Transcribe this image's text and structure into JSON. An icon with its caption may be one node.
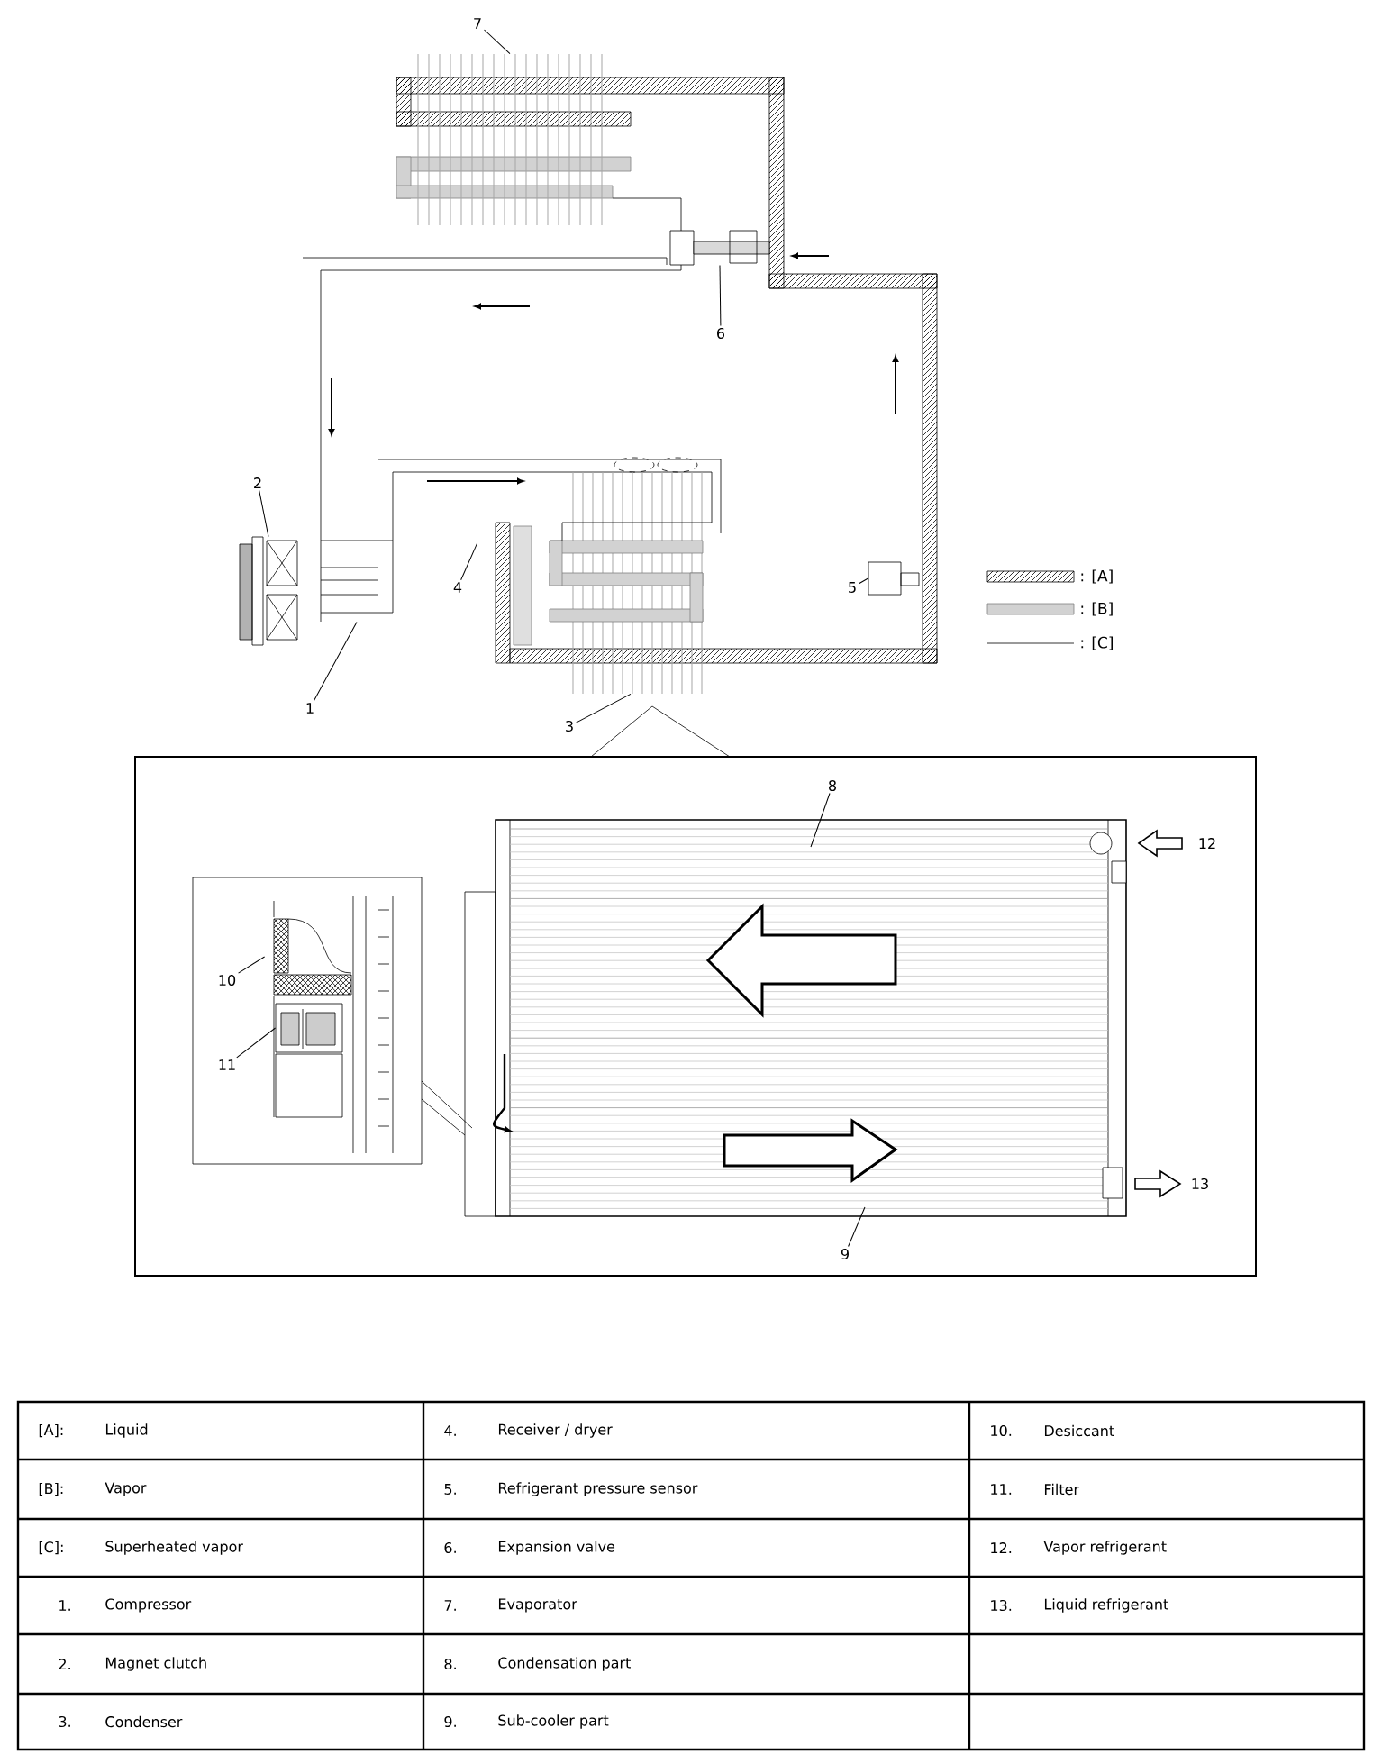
{
  "diagram": {
    "nodes": [
      {
        "text": [
          "1"
        ]
      },
      {
        "text": [
          "2"
        ]
      },
      {
        "text": [
          "3"
        ]
      },
      {
        "text": [
          "4"
        ]
      },
      {
        "text": [
          "5"
        ]
      },
      {
        "text": [
          "6"
        ]
      },
      {
        "text": [
          "7"
        ]
      },
      {
        "text": [
          "8"
        ]
      },
      {
        "text": [
          "9"
        ]
      },
      {
        "text": [
          "10"
        ]
      },
      {
        "text": [
          "11"
        ]
      },
      {
        "text": [],
        "shape": "picture"
      },
      {
        "text": [],
        "shape": "picture"
      },
      {
        "text": [],
        "shape": "picture"
      },
      {
        "text": [],
        "shape": "picture"
      },
      {
        "text": [],
        "shape": "picture"
      },
      {
        "text": [],
        "shape": "picture"
      },
      {
        "text": [],
        "shape": "picture"
      },
      {
        "text": [],
        "shape": "picture"
      },
      {
        "text": [],
        "shape": "picture"
      }
    ],
    "edges": [
      {
        "from": 0,
        "to": 11,
        "arrow": "none"
      },
      {
        "from": 1,
        "to": 12,
        "arrow": "none"
      },
      {
        "from": 2,
        "to": 13,
        "arrow": "none"
      },
      {
        "from": 3,
        "to": 14,
        "arrow": "none"
      },
      {
        "from": 4,
        "to": 15,
        "arrow": "none"
      },
      {
        "from": 5,
        "to": 16,
        "arrow": "none"
      },
      {
        "from": 6,
        "to": 17,
        "arrow": "none"
      },
      {
        "from": 7,
        "to": null,
        "arrow": "none"
      },
      {
        "from": 8,
        "to": null,
        "arrow": "none"
      },
      {
        "from": 9,
        "to": 18,
        "arrow": "none"
      },
      {
        "from": 10,
        "to": 19,
        "arrow": "none"
      }
    ],
    "labels": [
      "12",
      "13",
      "[A]:",
      "Liquid",
      "4.",
      "Receiver / dryer",
      "10.",
      "Desiccant",
      "[B]:",
      "Vapor",
      "5.",
      "Refrigerant pressure sensor",
      "11.",
      "Filter",
      "[C]:",
      "Superheated vapor",
      "6.",
      "Expansion valve",
      "12.",
      "Vapor refrigerant",
      "1.",
      "Compressor",
      "7.",
      "Evaporator",
      "13.",
      "Liquid refrigerant",
      "2.",
      "Magnet clutch",
      "8.",
      "Condensation part",
      "3.",
      "Condenser",
      "9.",
      "Sub-cooler part"
    ],
    "legend": [
      {
        "text": ": [A]"
      },
      {
        "text": ": [B]"
      },
      {
        "text": ": [C]"
      }
    ]
  }
}
